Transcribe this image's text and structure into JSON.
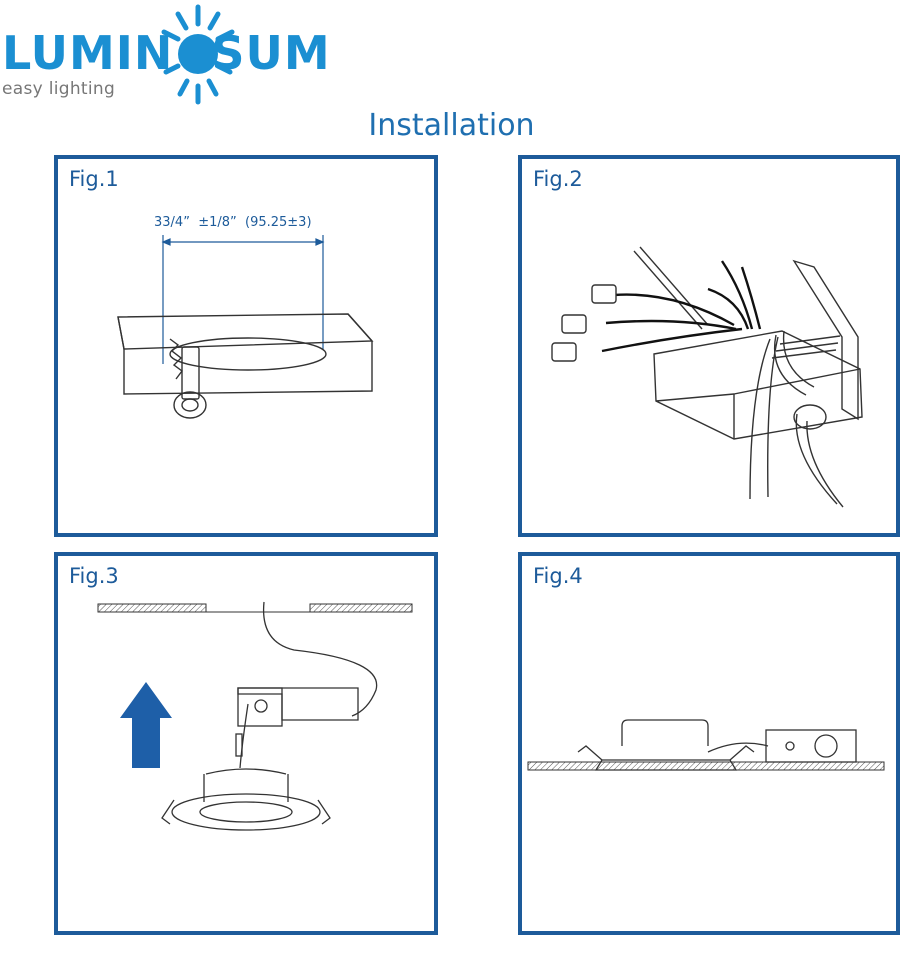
{
  "brand": {
    "name_left": "LUMIN",
    "name_right": "SUM",
    "tagline": "easy lighting"
  },
  "title": "Installation",
  "figures": [
    {
      "label": "Fig.1",
      "dimension": "33/4”  ±1/8”  (95.25±3)"
    },
    {
      "label": "Fig.2"
    },
    {
      "label": "Fig.3"
    },
    {
      "label": "Fig.4"
    }
  ],
  "colors": {
    "brand_blue": "#1b8fd2",
    "frame_blue": "#1d5b9a",
    "arrow_blue": "#1e5fa8"
  }
}
